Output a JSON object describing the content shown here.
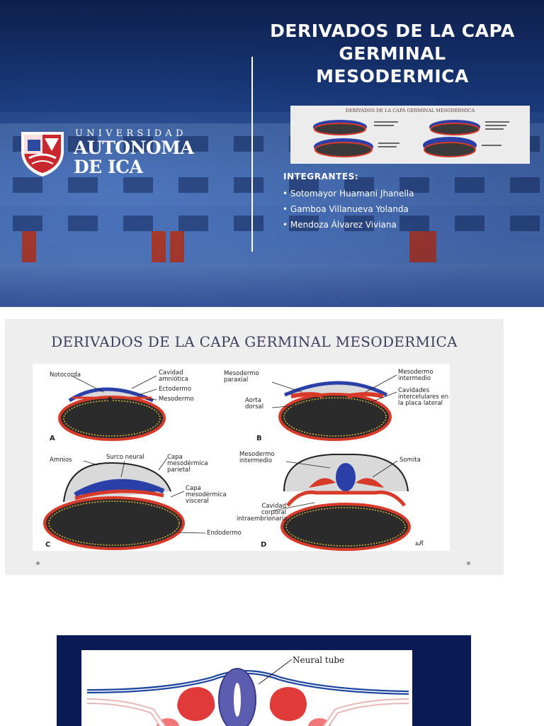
{
  "slide1": {
    "university": {
      "word": "UNIVERSIDAD",
      "name_line1": "AUTONOMA",
      "name_line2": "DE ICA"
    },
    "title_lines": [
      "DERIVADOS DE LA CAPA",
      "GERMINAL",
      "MESODERMICA"
    ],
    "thumbnail_caption": "DERIVADOS DE LA CAPA GERMINAL MESODERMICA",
    "members_heading": "INTEGRANTES:",
    "members": [
      "• Sotomayor Huamani Jhanella",
      "• Gamboa Villanueva Yolanda",
      "• Mendoza Álvarez Viviana"
    ],
    "colors": {
      "background": "#1c3e82",
      "text": "#ffffff",
      "shield_red": "#c8282d"
    }
  },
  "slide2": {
    "heading": "DERIVADOS DE LA CAPA GERMINAL MESODERMICA",
    "panels": {
      "A": {
        "letter": "A",
        "labels": [
          "Notocorda",
          "Cavidad amniótica",
          "Ectodermo",
          "Mesodermo"
        ]
      },
      "B": {
        "letter": "B",
        "labels": [
          "Mesodermo paraxial",
          "Aorta dorsal",
          "Mesodermo intermedio",
          "Cavidades intercelulares en la placa lateral"
        ]
      },
      "C": {
        "letter": "C",
        "labels": [
          "Amnios",
          "Surco neural",
          "Capa mesodérmica parietal",
          "Capa mesodérmica visceral",
          "Endodermo"
        ]
      },
      "D": {
        "letter": "D",
        "labels": [
          "Mesodermo intermedio",
          "Somita",
          "Cavidad corporal intraembrionaria"
        ]
      }
    },
    "signature": "ఒR",
    "colors": {
      "mesoderm": "#d83a2a",
      "ectoderm": "#2b3fa8",
      "endoderm": "#d8b43a",
      "yolk": "#2a2a2a"
    }
  },
  "slide3": {
    "label": "Neural tube",
    "colors": {
      "background": "#0a1a55",
      "neural_tube": "#5c5cb0",
      "somite": "#e03a3a",
      "ectoderm": "#1e46a0"
    }
  }
}
